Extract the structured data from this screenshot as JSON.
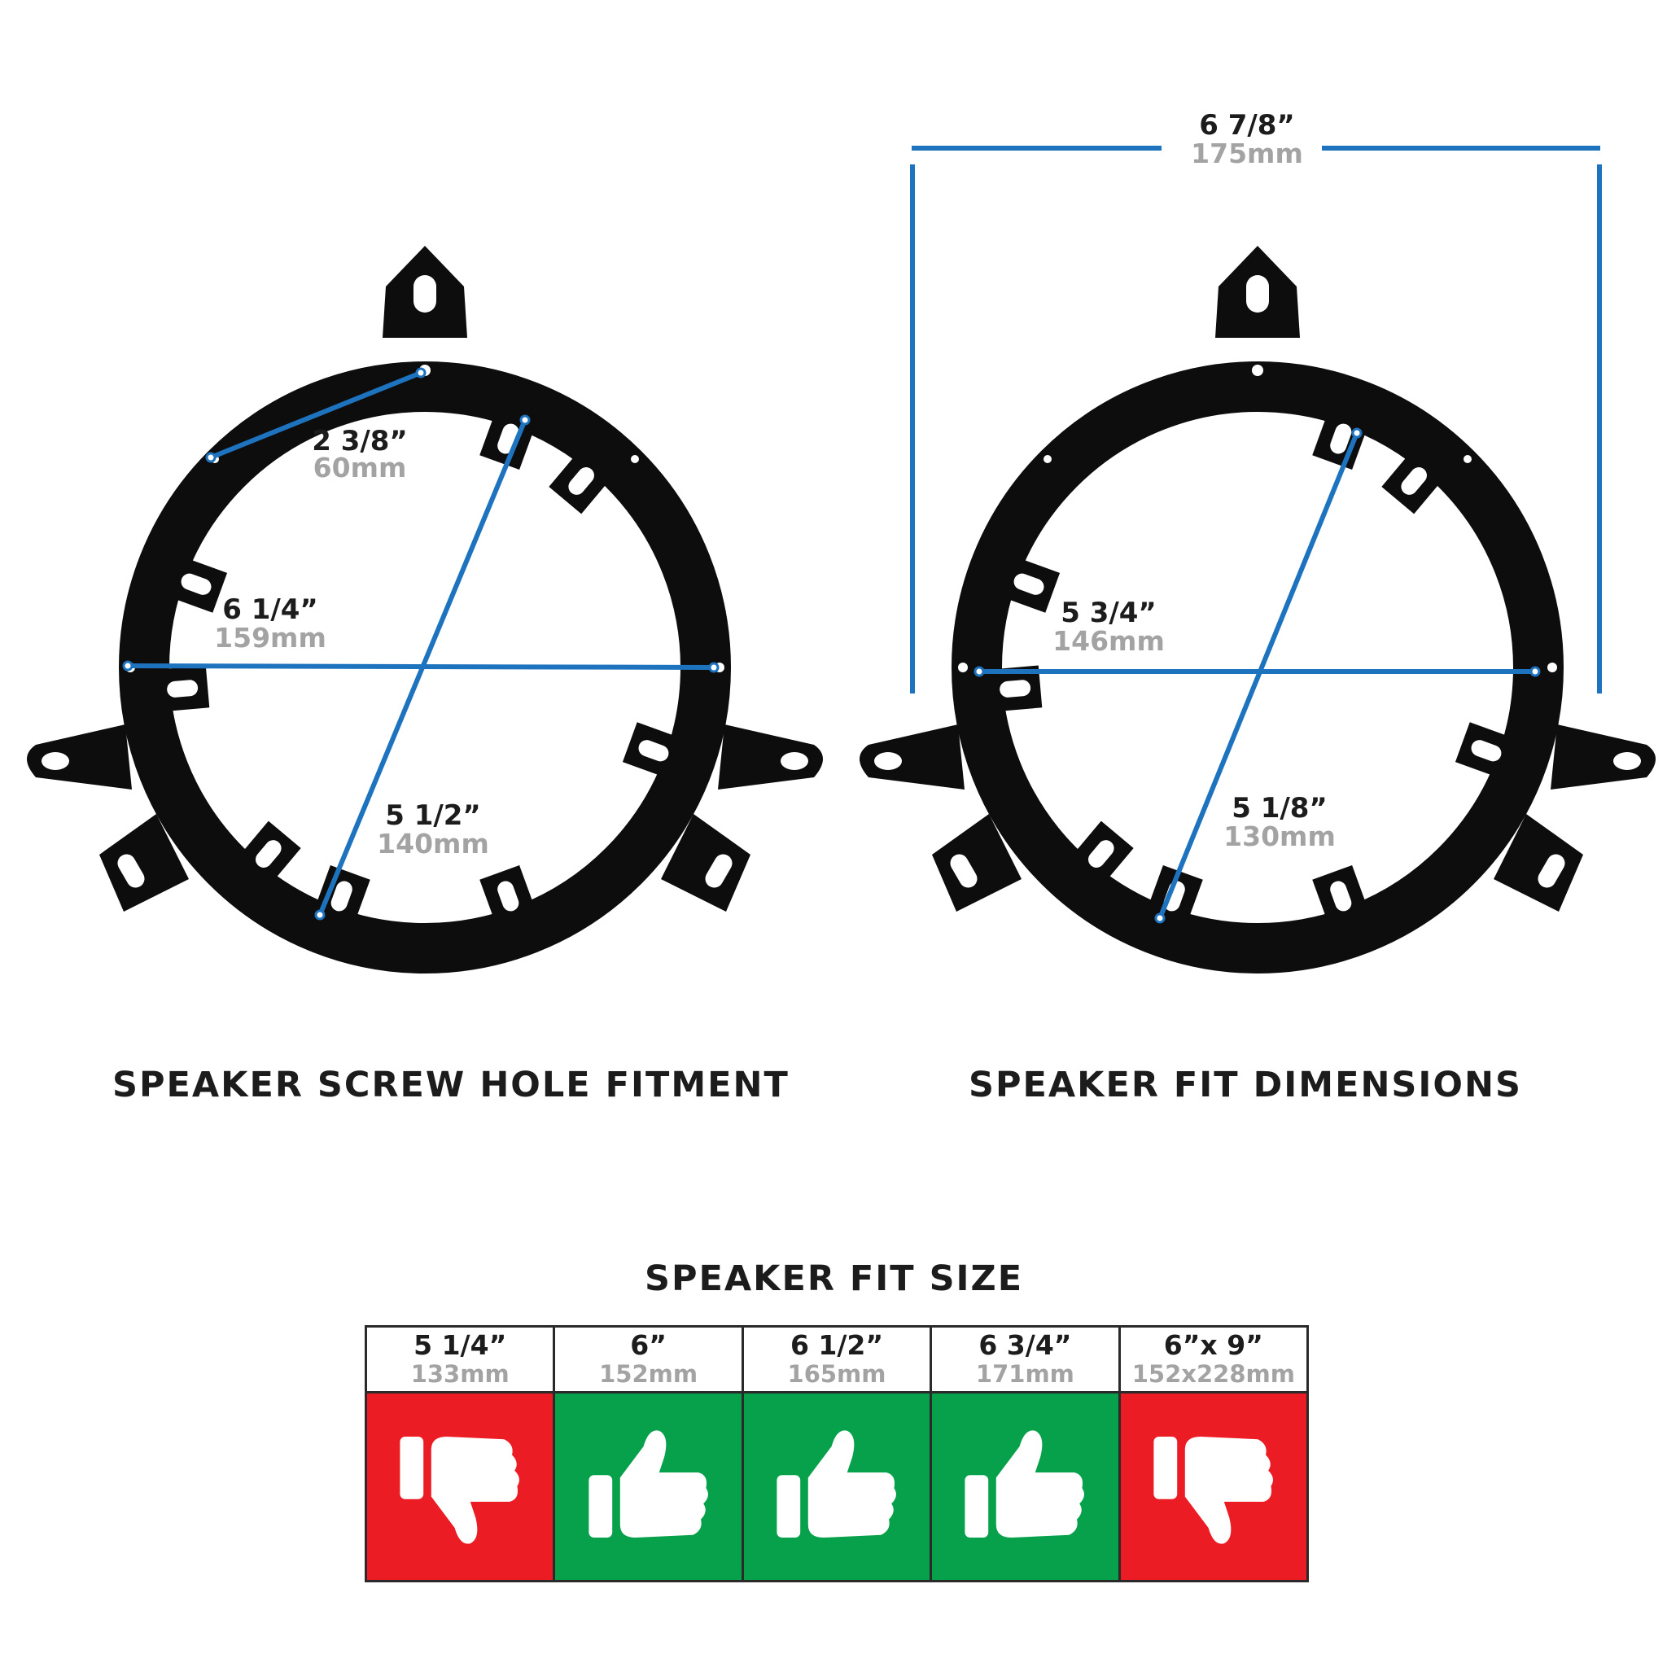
{
  "colors": {
    "dimension_line": "#1e73be",
    "bracket": "#0d0d0d",
    "good": "#06a14a",
    "bad": "#ec1c24"
  },
  "left_diagram": {
    "caption": "SPEAKER SCREW HOLE FITMENT",
    "dims": [
      {
        "inches": "2 3/8”",
        "mm": "60mm"
      },
      {
        "inches": "6 1/4”",
        "mm": "159mm"
      },
      {
        "inches": "5 1/2”",
        "mm": "140mm"
      }
    ]
  },
  "right_diagram": {
    "caption": "SPEAKER FIT DIMENSIONS",
    "dims": [
      {
        "inches": "6 7/8”",
        "mm": "175mm"
      },
      {
        "inches": "5 3/4”",
        "mm": "146mm"
      },
      {
        "inches": "5 1/8”",
        "mm": "130mm"
      }
    ]
  },
  "fit_table": {
    "title": "SPEAKER FIT SIZE",
    "sizes": [
      {
        "inches": "5 1/4”",
        "mm": "133mm",
        "fits": false,
        "icon": "thumbs-down-icon"
      },
      {
        "inches": "6”",
        "mm": "152mm",
        "fits": true,
        "icon": "thumbs-up-icon"
      },
      {
        "inches": "6 1/2”",
        "mm": "165mm",
        "fits": true,
        "icon": "thumbs-up-icon"
      },
      {
        "inches": "6 3/4”",
        "mm": "171mm",
        "fits": true,
        "icon": "thumbs-up-icon"
      },
      {
        "inches": "6”x 9”",
        "mm": "152x228mm",
        "fits": false,
        "icon": "thumbs-down-icon"
      }
    ]
  }
}
